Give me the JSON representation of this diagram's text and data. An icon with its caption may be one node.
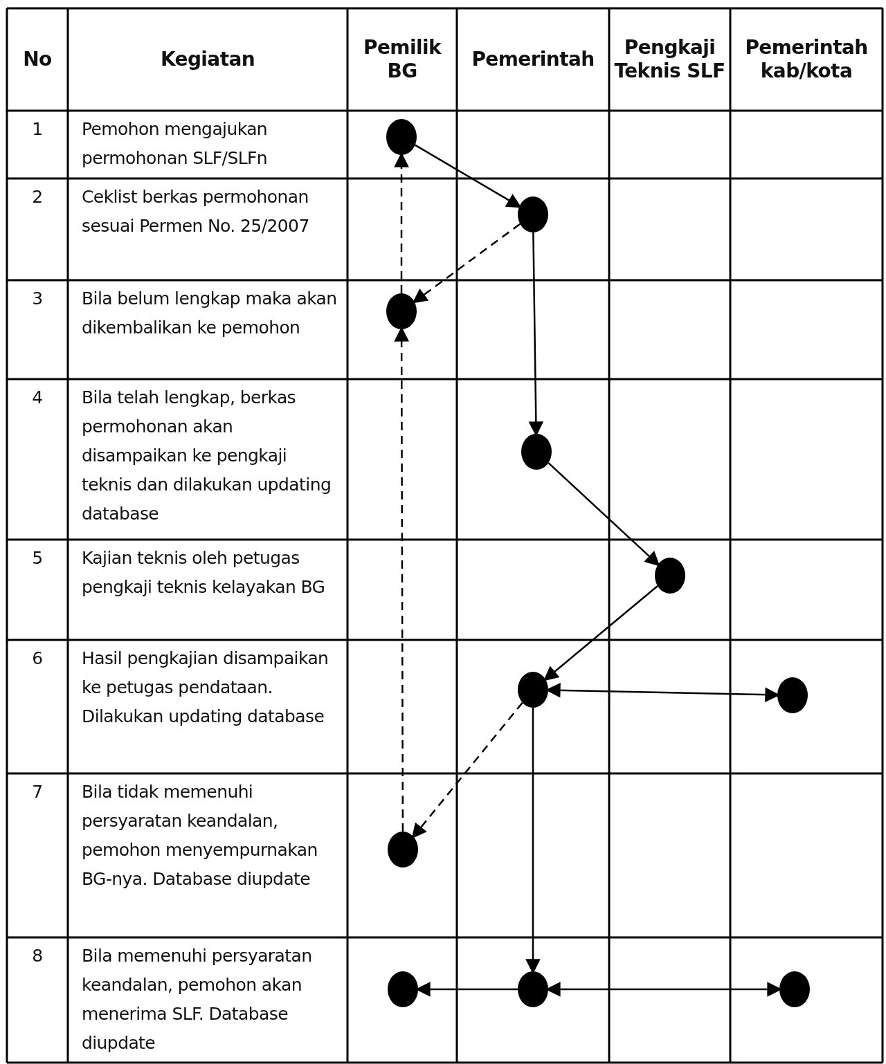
{
  "diagram": {
    "nodes": [
      {
        "text": [],
        "shape": "circle"
      },
      {
        "text": [],
        "shape": "circle"
      },
      {
        "text": [],
        "shape": "circle"
      },
      {
        "text": [],
        "shape": "circle"
      },
      {
        "text": [],
        "shape": "circle"
      },
      {
        "text": [],
        "shape": "circle"
      },
      {
        "text": [],
        "shape": "circle"
      },
      {
        "text": [],
        "shape": "circle"
      },
      {
        "text": [],
        "shape": "circle"
      },
      {
        "text": [],
        "shape": "circle"
      },
      {
        "text": [],
        "shape": "circle"
      }
    ],
    "edges": [
      {
        "from": 0,
        "to": 1,
        "arrow": "to"
      },
      {
        "from": 1,
        "to": 2,
        "arrow": "to",
        "style": "dashed"
      },
      {
        "from": 2,
        "to": 0,
        "arrow": "to",
        "style": "dashed"
      },
      {
        "from": 1,
        "to": 3,
        "arrow": "to"
      },
      {
        "from": 3,
        "to": 4,
        "arrow": "to"
      },
      {
        "from": 4,
        "to": 5,
        "arrow": "to"
      },
      {
        "from": 5,
        "to": 6,
        "arrow": "both"
      },
      {
        "from": 5,
        "to": 7,
        "arrow": "to",
        "style": "dashed"
      },
      {
        "from": 7,
        "to": 2,
        "arrow": "to",
        "style": "dashed"
      },
      {
        "from": 5,
        "to": 9,
        "arrow": "to"
      },
      {
        "from": 9,
        "to": 8,
        "arrow": "to"
      },
      {
        "from": 9,
        "to": 10,
        "arrow": "both"
      }
    ],
    "labels": [
      "No",
      "Kegiatan",
      "Pemilik BG",
      "Pemerintah",
      "Pengkaji Teknis SLF",
      "Pemerintah kab/kota",
      "1",
      "Pemohon mengajukan permohonan SLF/SLFn",
      "2",
      "Ceklist berkas permohonan sesuai Permen No. 25/2007",
      "3",
      "Bila belum lengkap maka akan dikembalikan ke pemohon",
      "4",
      "Bila telah lengkap, berkas permohonan akan disampaikan ke pengkaji teknis dan dilakukan updating database",
      "5",
      "Kajian teknis oleh petugas pengkaji teknis kelayakan BG",
      "6",
      "Hasil pengkajian disampaikan ke petugas pendataan. Dilakukan updating database",
      "7",
      "Bila tidak memenuhi persyaratan keandalan, pemohon menyempurnakan BG-nya. Database diupdate",
      "8",
      "Bila memenuhi persyaratan keandalan, pemohon akan menerima SLF. Database diupdate"
    ]
  }
}
